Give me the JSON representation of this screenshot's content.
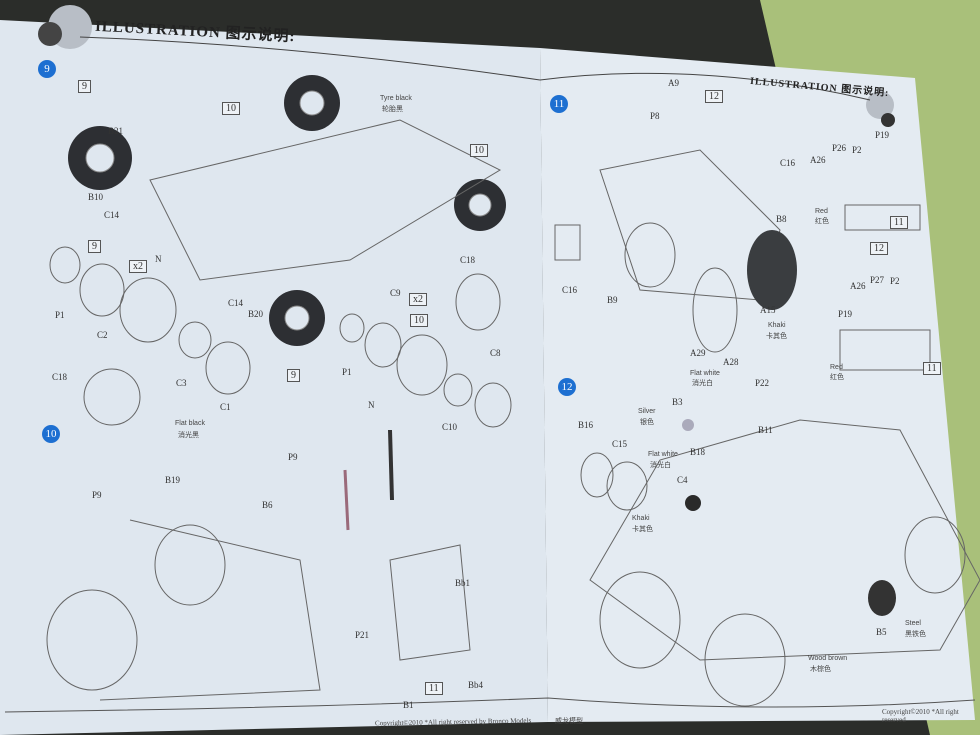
{
  "left_page": {
    "header": "ILLUSTRATION 图示说明:",
    "steps": [
      "9",
      "10"
    ],
    "labels": [
      "9",
      "B21",
      "10",
      "Tyre black",
      "轮胎黑",
      "10",
      "B10",
      "C14",
      "9",
      "x2",
      "N",
      "C18",
      "P1",
      "C2",
      "C14",
      "B20",
      "C9",
      "x2",
      "10",
      "C8",
      "C18",
      "C3",
      "C1",
      "9",
      "P1",
      "N",
      "C10",
      "Flat black",
      "消光黑",
      "P9",
      "P9",
      "B19",
      "B6",
      "Bb1",
      "P21",
      "Bb4",
      "B1",
      "11"
    ],
    "footer": "Copyright©2010  *All right reserved by Bronco Models"
  },
  "right_page": {
    "header": "ILLUSTRATION 图示说明:",
    "steps": [
      "11",
      "12"
    ],
    "labels": [
      "A9",
      "12",
      "P8",
      "C16",
      "P26",
      "P2",
      "P19",
      "A26",
      "Red",
      "红色",
      "11",
      "B8",
      "C16",
      "B9",
      "12",
      "A15",
      "Khaki",
      "卡其色",
      "A26",
      "P27",
      "P2",
      "P19",
      "A29",
      "A28",
      "Red",
      "红色",
      "11",
      "Flat white",
      "消光白",
      "P22",
      "B3",
      "Silver",
      "银色",
      "B11",
      "B16",
      "C15",
      "B18",
      "Flat white",
      "消光白",
      "C4",
      "Khaki",
      "卡其色",
      "B5",
      "Steel",
      "黑铁色",
      "Wood brown",
      "木棕色"
    ],
    "footer_left": "威龙模型",
    "footer": "Copyright©2010  *All right reserved"
  }
}
